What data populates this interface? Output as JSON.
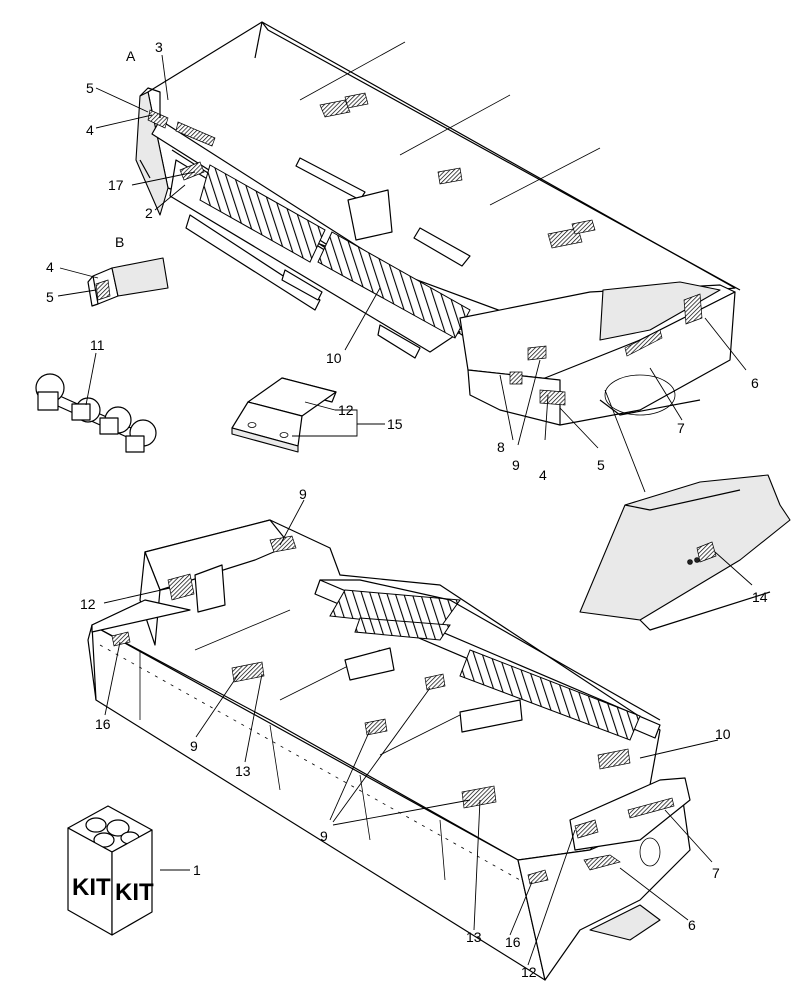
{
  "diagram": {
    "view_labels": {
      "a": "A",
      "b": "B"
    },
    "callouts": {
      "c1": "1",
      "c2": "2",
      "c3": "3",
      "c4a": "4",
      "c4b": "4",
      "c4c": "4",
      "c5a": "5",
      "c5b": "5",
      "c5c": "5",
      "c6a": "6",
      "c6b": "6",
      "c7a": "7",
      "c7b": "7",
      "c8": "8",
      "c9a": "9",
      "c9b": "9",
      "c9c": "9",
      "c9d": "9",
      "c10a": "10",
      "c10b": "10",
      "c11": "11",
      "c12a": "12",
      "c12b": "12",
      "c12c": "12",
      "c13a": "13",
      "c13b": "13",
      "c14": "14",
      "c15": "15",
      "c16a": "16",
      "c16b": "16",
      "c17": "17"
    },
    "kit_box": {
      "face_left": "KIT",
      "face_right": "KIT"
    }
  }
}
